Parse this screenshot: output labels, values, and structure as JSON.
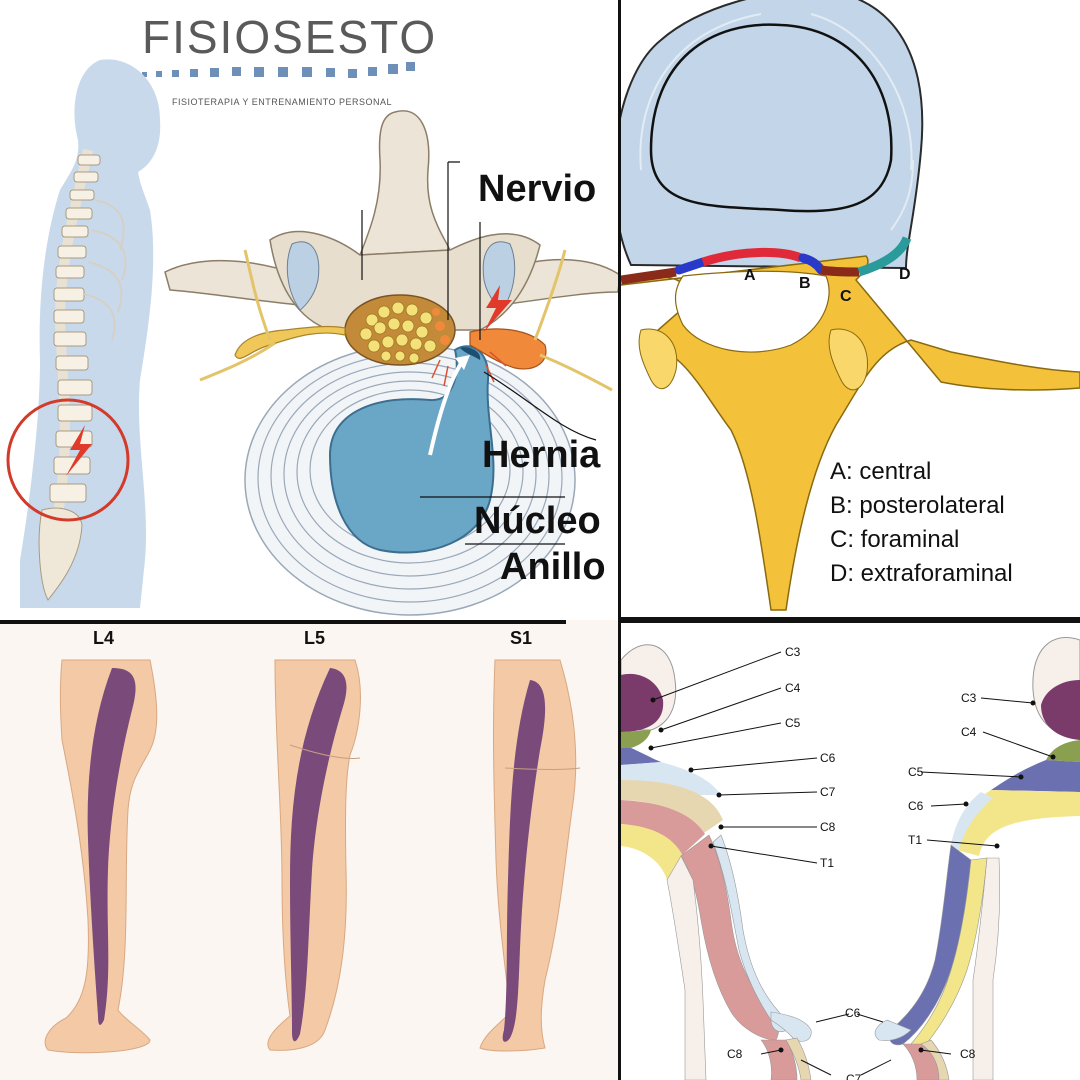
{
  "brand": {
    "name": "FISIOSESTO",
    "tagline": "FISIOTERAPIA Y ENTRENAMIENTO PERSONAL",
    "color": "#5a5a5a",
    "accent": "#6d8fb8"
  },
  "hernia_panel": {
    "labels": {
      "nerve": "Nervio",
      "hernia": "Hernia",
      "nucleus": "Núcleo",
      "ring": "Anillo"
    },
    "colors": {
      "body": "#c9d9ec",
      "disc": "#dfe8f1",
      "nucleus": "#6aa6c6",
      "nerve": "#f0c85a",
      "pain": "#e03a2a"
    }
  },
  "vertebra_panel": {
    "zone_labels": [
      "A",
      "B",
      "C",
      "D"
    ],
    "legend": [
      "A: central",
      "B: posterolateral",
      "C: foraminal",
      "D: extraforaminal"
    ],
    "colors": {
      "disc": "#c3d5e8",
      "bone": "#f4c23a",
      "central": "#e02a3a",
      "posterolateral": "#2a3ac8",
      "foraminal": "#8a2a1a",
      "extraforaminal": "#2a9a9a"
    }
  },
  "legs_panel": {
    "titles": [
      "L4",
      "L5",
      "S1"
    ],
    "colors": {
      "skin": "#f3c9a6",
      "dermatome": "#7a4a7a"
    }
  },
  "arms_panel": {
    "left_labels": [
      "C3",
      "C4",
      "C5",
      "C6",
      "C7",
      "C8",
      "T1"
    ],
    "right_labels": [
      "C3",
      "C4",
      "C5",
      "C6",
      "T1"
    ],
    "hand_labels": [
      "C6",
      "C8",
      "C8",
      "C7"
    ],
    "colors": {
      "c3": "#7a3a6a",
      "c4": "#8aa050",
      "c5": "#6a70b0",
      "c6": "#d8e6f2",
      "c7": "#e7d7b0",
      "c8": "#d99a9a",
      "t1": "#f3e68a",
      "skin": "#f6efea"
    }
  }
}
